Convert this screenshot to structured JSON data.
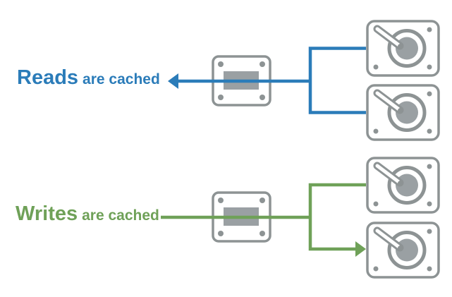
{
  "title": "Read and write caching diagram",
  "colors": {
    "read": "#2b7cb9",
    "write": "#6fa158",
    "gray": "#8d9394",
    "grayFill": "#9aa0a3",
    "bg": "#ffffff"
  },
  "read_flow": {
    "keyword": "Reads",
    "suffix": "are cached",
    "arrow_direction": "left-toward-label",
    "cache_icon": "cache-module-icon",
    "disk_icons": 2
  },
  "write_flow": {
    "keyword": "Writes",
    "suffix": "are cached",
    "arrow_direction": "right-toward-disk",
    "cache_icon": "cache-module-icon",
    "disk_icons": 2
  }
}
